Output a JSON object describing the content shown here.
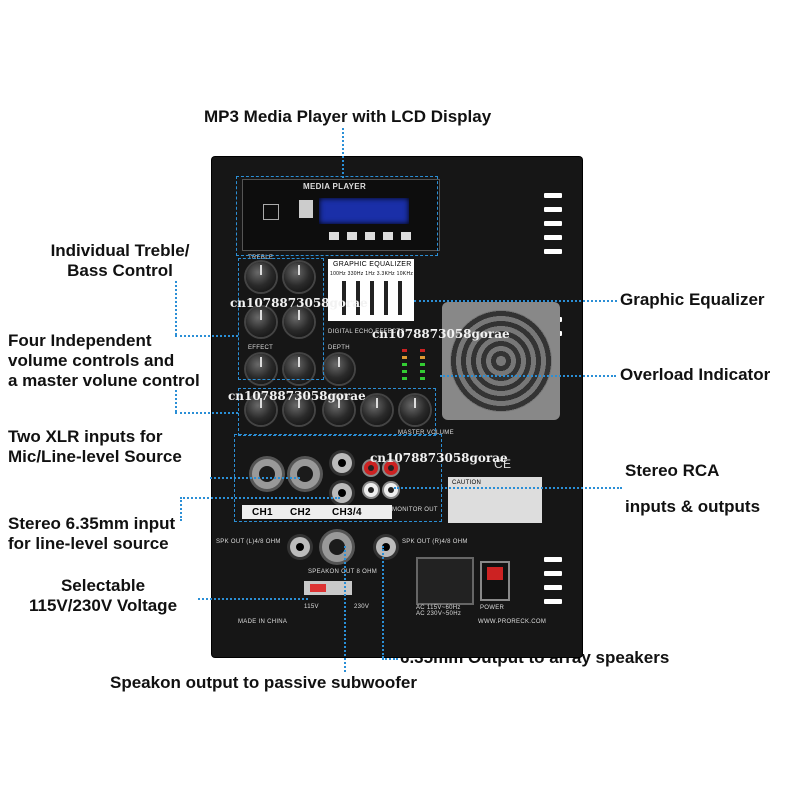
{
  "callouts": {
    "mp3": "MP3 Media Player with LCD Display",
    "treble_bass_1": "Individual Treble/",
    "treble_bass_2": "Bass Control",
    "four_vol_1": "Four Independent",
    "four_vol_2": "volume controls and",
    "four_vol_3": "a master volune control",
    "xlr_1": "Two XLR inputs for",
    "xlr_2": "Mic/Line-level Source",
    "stereo635_1": "Stereo 6.35mm input",
    "stereo635_2": "for line-level source",
    "voltage_1": "Selectable",
    "voltage_2": "115V/230V Voltage",
    "speakon": "Speakon output to passive subwoofer",
    "output635": "6.35mm Output to array speakers",
    "graphic_eq": "Graphic Equalizer",
    "overload": "Overload Indicator",
    "rca_1": "Stereo RCA",
    "rca_2": "inputs & outputs"
  },
  "panel": {
    "media_player": "MEDIA PLAYER",
    "graphic_equalizer": "GRAPHIC EQUALIZER",
    "eq_bands": "100Hz 330Hz 1Hz 3.3KHz 10KHz",
    "digital_echo": "DIGITAL ECHO EFFECTS",
    "treble": "TREBLE",
    "effect": "EFFECT",
    "depth": "DEPTH",
    "master_volume": "MASTER VOLUME",
    "ch1": "CH1",
    "ch2": "CH2",
    "ch34": "CH3/4",
    "spk_out_left": "SPK OUT (L)4/8 OHM",
    "spk_out_right": "SPK OUT (R)4/8 OHM",
    "speakon_out": "SPEAKON OUT 8 OHM",
    "monitor_out": "MONITOR OUT",
    "v115": "115V",
    "v230": "230V",
    "ac_rating": "AC 115V~60Hz AC 230V~50Hz",
    "power": "POWER",
    "made_in": "MADE IN CHINA",
    "website": "WWW.PRORECK.COM",
    "ce": "CE",
    "caution": "CAUTION"
  },
  "watermark": "cn1078873058gorae",
  "colors": {
    "accent": "#2b8fd6",
    "panel": "#161616"
  }
}
